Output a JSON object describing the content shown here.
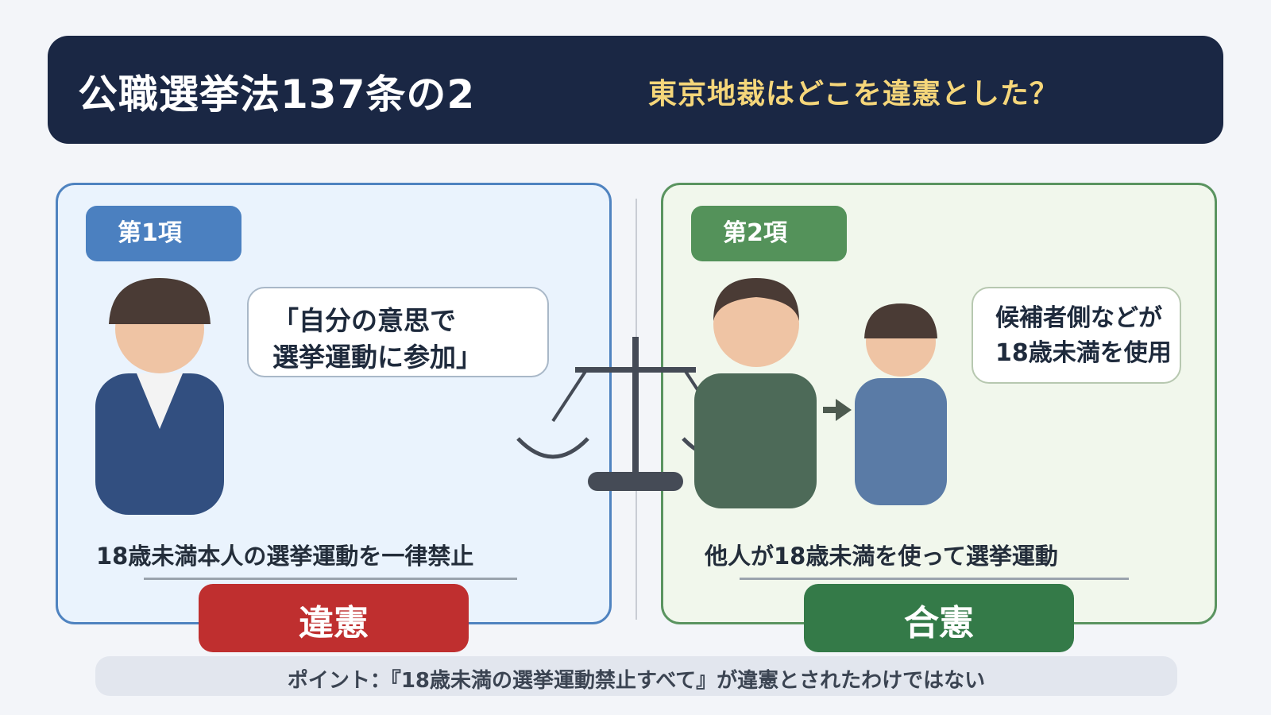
{
  "header": {
    "title": "公職選挙法137条の2",
    "question": "東京地裁はどこを違憲とした？"
  },
  "left_panel": {
    "badge": "第1項",
    "bubble_lines": [
      "「自分の意思で",
      "選挙運動に参加」"
    ],
    "caption": "18歳未満本人の選挙運動を一律禁止",
    "verdict": "違憲"
  },
  "right_panel": {
    "badge": "第2項",
    "bubble_lines": [
      "候補者側などが",
      "18歳未満を使用"
    ],
    "caption": "他人が18歳未満を使って選挙運動",
    "verdict": "合憲"
  },
  "note": "ポイント：『18歳未満の選挙運動禁止すべて』が違憲とされたわけではない",
  "colors": {
    "header_bg": "#1a2744",
    "question": "#f5d67a",
    "left_accent": "#4b80c0",
    "right_accent": "#54925a",
    "unconstitutional": "#bf2f2f",
    "constitutional": "#347a48"
  },
  "icons": [
    "person-suit-icon",
    "person-adult-icon",
    "person-child-icon",
    "scales-of-justice-icon",
    "arrow-right-icon"
  ]
}
